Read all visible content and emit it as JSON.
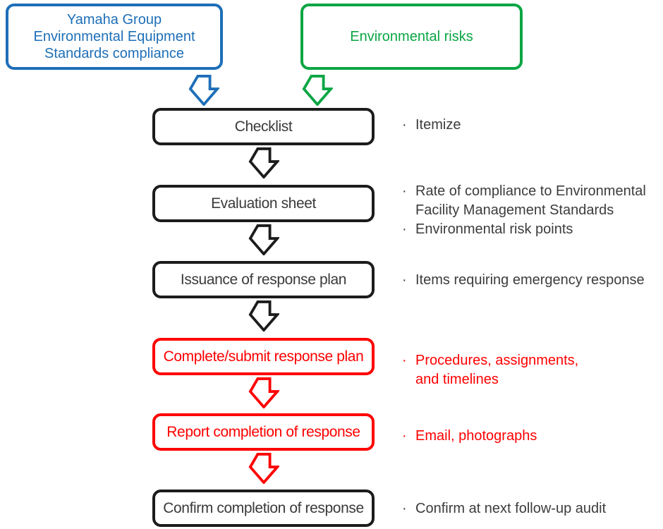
{
  "glyphs": {
    "bullet": "·"
  },
  "colors": {
    "blue": "#1E6FB8",
    "green": "#0BA644",
    "red": "#FF0000",
    "black": "#1C1C1C",
    "note_text": "#3C3C3C"
  },
  "sources": {
    "yamaha": {
      "line1": "Yamaha Group",
      "line2": "Environmental Equipment",
      "line3": "Standards compliance"
    },
    "risks": {
      "label": "Environmental risks"
    }
  },
  "steps": {
    "0": {
      "label": "Checklist",
      "notes": {
        "0": {
          "text": "Itemize"
        }
      }
    },
    "1": {
      "label": "Evaluation sheet",
      "notes": {
        "0": {
          "text": "Rate of compliance to Environmental"
        },
        "1": {
          "text": "Facility Management Standards"
        },
        "2": {
          "text": "Environmental risk points"
        }
      }
    },
    "2": {
      "label": "Issuance of response plan",
      "notes": {
        "0": {
          "text": "Items requiring emergency response"
        }
      }
    },
    "3": {
      "label": "Complete/submit response plan",
      "notes": {
        "0": {
          "text": "Procedures, assignments,"
        },
        "1": {
          "text": "and timelines"
        }
      }
    },
    "4": {
      "label": "Report completion of response",
      "notes": {
        "0": {
          "text": "Email, photographs"
        }
      }
    },
    "5": {
      "label": "Confirm completion of response",
      "notes": {
        "0": {
          "text": "Confirm at next follow-up audit"
        }
      }
    }
  }
}
